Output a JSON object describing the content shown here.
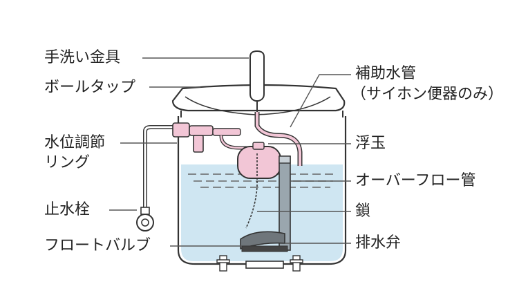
{
  "colors": {
    "water": "#cfe6f2",
    "pink_parts": "#f2c6d6",
    "outline": "#333333",
    "leader": "#555555",
    "text": "#222222"
  },
  "labels": {
    "hand_wash_fitting": "手洗い金具",
    "ball_tap": "ボールタップ",
    "level_ring_1": "水位調節",
    "level_ring_2": "リング",
    "stop_valve": "止水栓",
    "flush_valve": "フロートバルブ",
    "refill_tube_1": "補助水管",
    "refill_tube_2": "（サイホン便器のみ）",
    "float": "浮玉",
    "overflow_pipe": "オーバーフロー管",
    "chain": "鎖",
    "drain_valve": "排水弁"
  }
}
